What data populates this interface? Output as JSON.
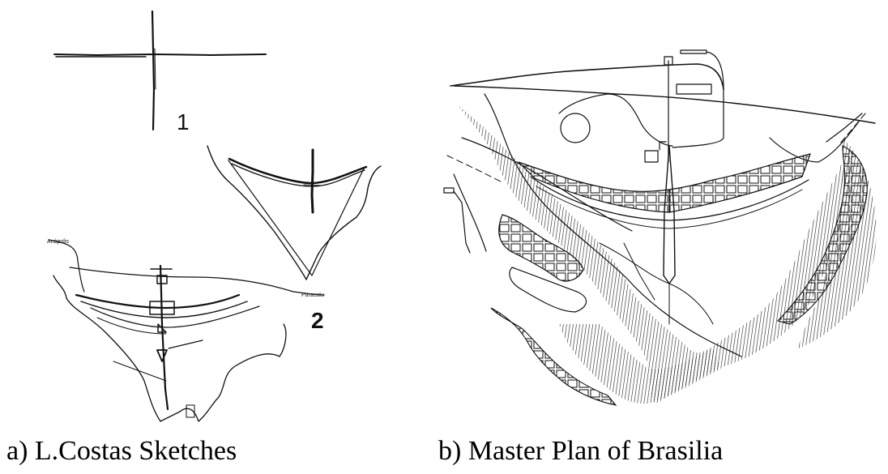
{
  "panels": [
    {
      "id": "a",
      "caption": "a) L.Costas Sketches",
      "sketch_numbers": [
        "1",
        "2"
      ],
      "sketch_labels": [
        "Anápolis",
        "Paracatu"
      ]
    },
    {
      "id": "b",
      "caption": "b) Master Plan of Brasilia"
    }
  ]
}
